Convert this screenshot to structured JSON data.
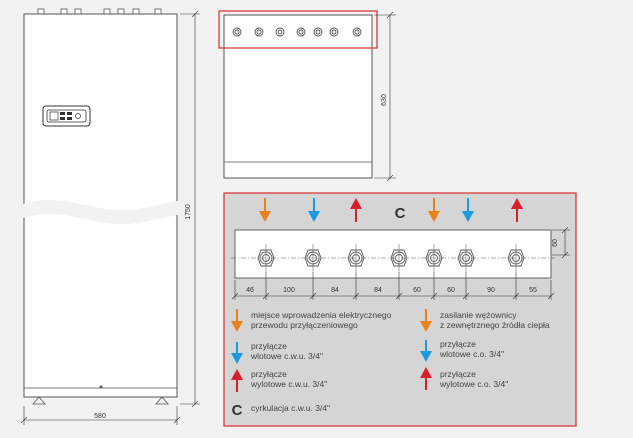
{
  "dimensions": {
    "height_total": "1750",
    "width_total": "580",
    "top_depth": "630",
    "panel_height": "60",
    "spacings": [
      "46",
      "100",
      "84",
      "84",
      "60",
      "60",
      "90",
      "55"
    ]
  },
  "arrow_row": {
    "c_symbol": "C"
  },
  "legend": {
    "power_entry": [
      "miejsce wprowadzenia elektrycznego",
      "przewodu przyłączeniowego"
    ],
    "coil_supply": [
      "zasilanie wężownicy",
      "z zewnętrznego źródła ciepła"
    ],
    "dhw_inlet": [
      "przyłącze",
      "wlotowe c.w.u. 3/4\""
    ],
    "ch_inlet": [
      "przyłącze",
      "wlotowe c.o. 3/4\""
    ],
    "dhw_outlet": [
      "przyłącze",
      "wylotowe c.w.u. 3/4\""
    ],
    "ch_outlet": [
      "przyłącze",
      "wylotowe c.o. 3/4\""
    ],
    "circulation_symbol": "C",
    "circulation": "cyrkulacja c.w.u. 3/4\""
  },
  "colors": {
    "orange": "#e8821e",
    "blue": "#1a9be0",
    "red": "#d7202a",
    "outline": "#555555",
    "highlight": "#d83a3a"
  }
}
